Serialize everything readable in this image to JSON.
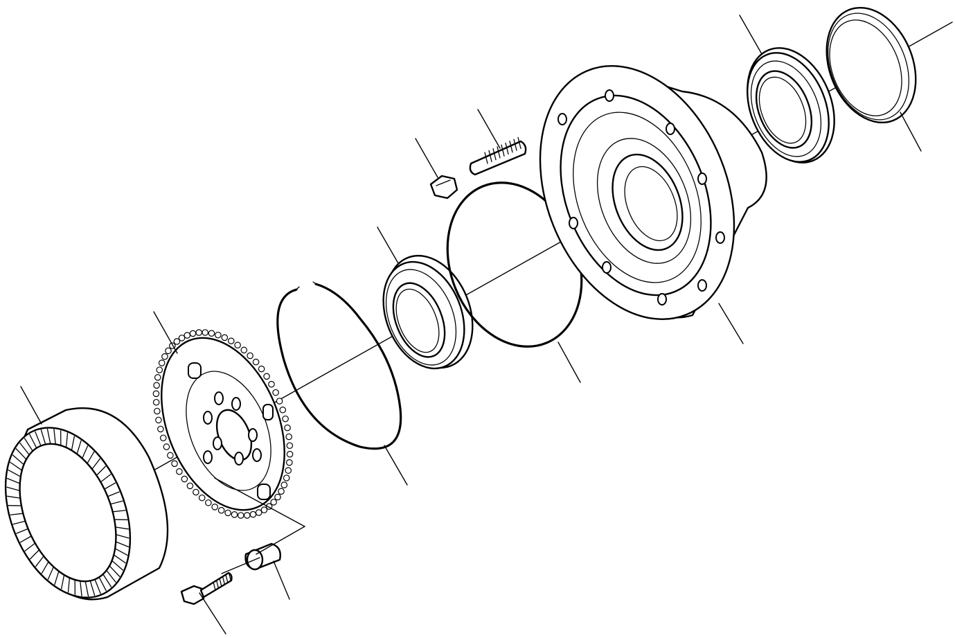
{
  "drawing": {
    "kind": "exploded-view",
    "line_color": "#000000",
    "background": "#ffffff",
    "parts": [
      {
        "name": "ring-gear"
      },
      {
        "name": "planet-carrier"
      },
      {
        "name": "snap-ring"
      },
      {
        "name": "seal"
      },
      {
        "name": "o-ring"
      },
      {
        "name": "nut"
      },
      {
        "name": "stud"
      },
      {
        "name": "wheel-hub"
      },
      {
        "name": "bearing-seal"
      },
      {
        "name": "dust-seal"
      },
      {
        "name": "bolt"
      },
      {
        "name": "spacer-bushing"
      }
    ]
  }
}
